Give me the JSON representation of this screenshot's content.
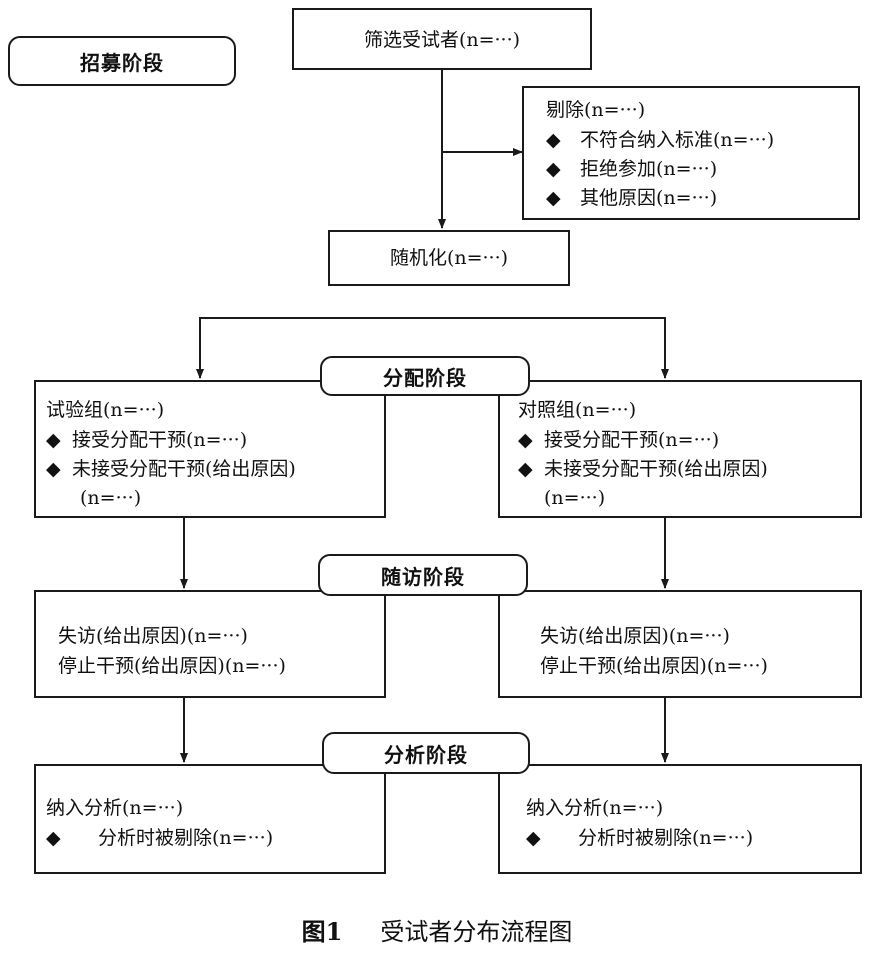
{
  "recruitment_label": "招募阶段",
  "screening": "筛选受试者(n=···)",
  "exclusion": {
    "title": "剔除(n=···)",
    "items": [
      "不符合纳入标准(n=···)",
      "拒绝参加(n=···)",
      "其他原因(n=···)"
    ]
  },
  "randomization": "随机化(n=···)",
  "allocation_label": "分配阶段",
  "experimental": {
    "title": "试验组(n=···)",
    "items": [
      "接受分配干预(n=···)",
      "未接受分配干预(给出原因)"
    ],
    "continuation": "(n=···)"
  },
  "control": {
    "title": "对照组(n=···)",
    "items": [
      "接受分配干预(n=···)",
      "未接受分配干预(给出原因)"
    ],
    "continuation": "(n=···)"
  },
  "followup_label": "随访阶段",
  "followup_left": [
    "失访(给出原因)(n=···)",
    "停止干预(给出原因)(n=···)"
  ],
  "followup_right": [
    "失访(给出原因)(n=···)",
    "停止干预(给出原因)(n=···)"
  ],
  "analysis_label": "分析阶段",
  "analysis_left": {
    "title": "纳入分析(n=···)",
    "item": "分析时被剔除(n=···)"
  },
  "analysis_right": {
    "title": "纳入分析(n=···)",
    "item": "分析时被剔除(n=···)"
  },
  "caption": {
    "number": "图1",
    "title": "受试者分布流程图"
  },
  "bullet_symbol": "◆",
  "line_color": "#1a1a1a"
}
